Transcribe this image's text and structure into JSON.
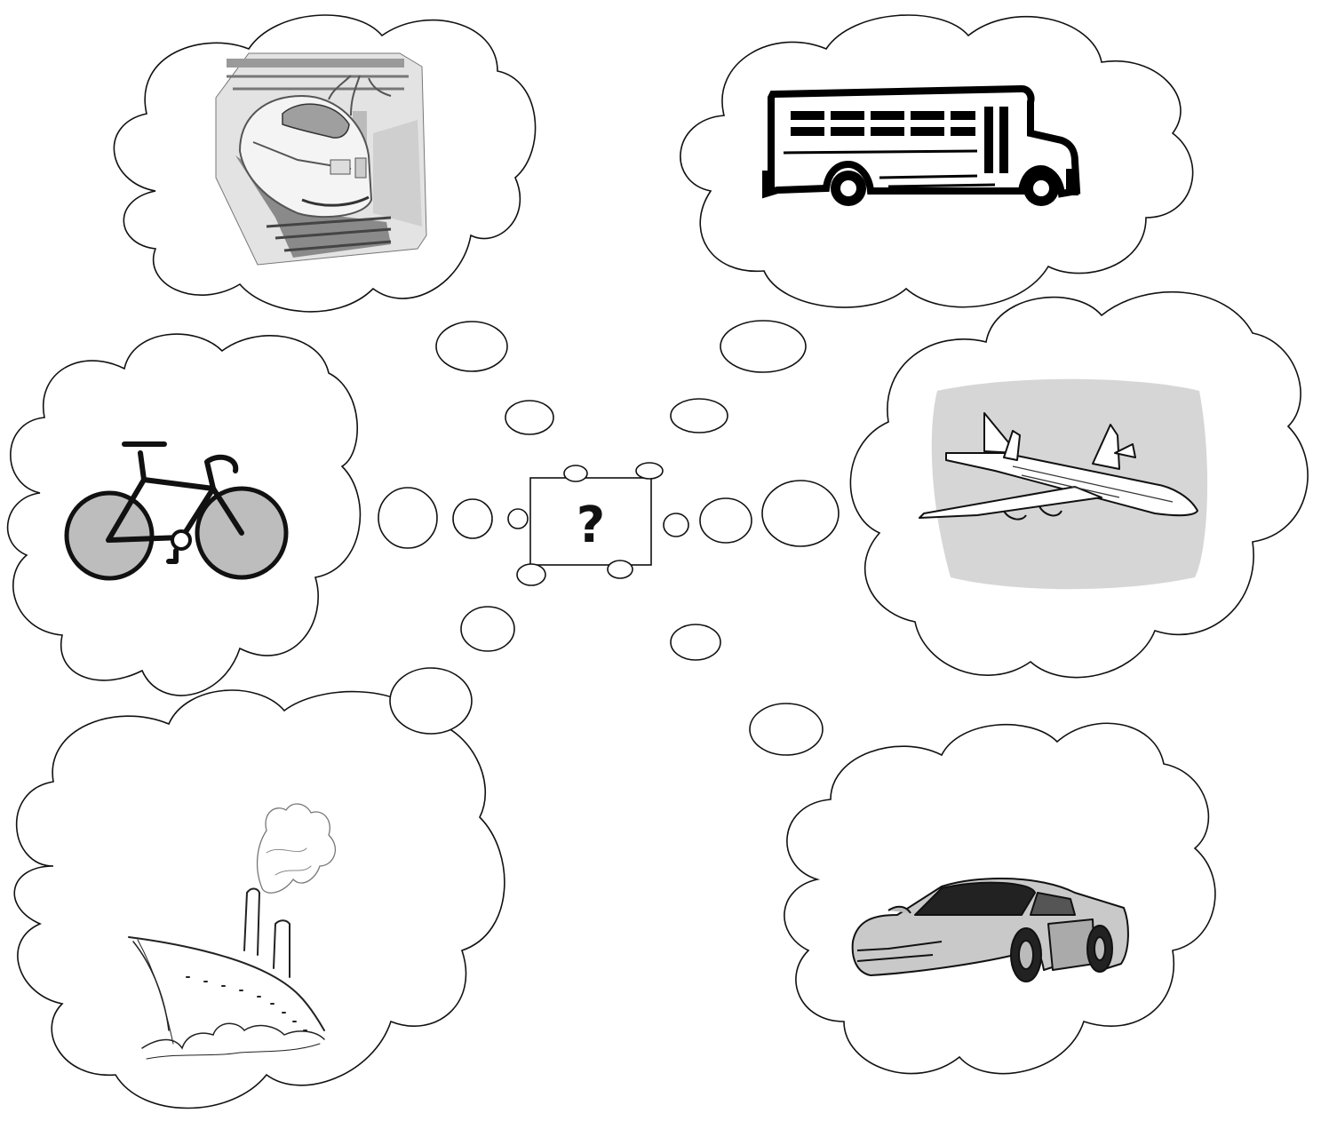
{
  "center": {
    "label": "?"
  },
  "clouds": [
    {
      "id": "train",
      "icon": "train-icon"
    },
    {
      "id": "bus",
      "icon": "school-bus-icon"
    },
    {
      "id": "bicycle",
      "icon": "bicycle-icon"
    },
    {
      "id": "airplane",
      "icon": "airplane-icon"
    },
    {
      "id": "ship",
      "icon": "ship-icon"
    },
    {
      "id": "car",
      "icon": "sports-car-icon"
    }
  ],
  "colors": {
    "stroke": "#111111",
    "background": "#ffffff",
    "plane_panel": "#d6d6d6",
    "bike_tire": "#bdbdbd"
  }
}
